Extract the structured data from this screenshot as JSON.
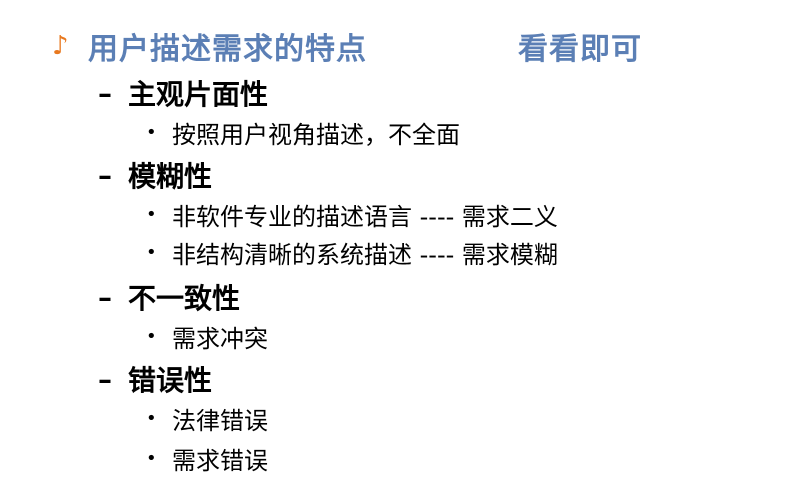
{
  "title": {
    "bullet": "♪",
    "text": "用户描述需求的特点",
    "note": "看看即可"
  },
  "items": [
    {
      "dash": "–",
      "heading": "主观片面性",
      "subs": [
        {
          "dot": "•",
          "text": "按照用户视角描述，不全面"
        }
      ]
    },
    {
      "dash": "–",
      "heading": "模糊性",
      "subs": [
        {
          "dot": "•",
          "text": "非软件专业的描述语言 ---- 需求二义"
        },
        {
          "dot": "•",
          "text": "非结构清晰的系统描述 ---- 需求模糊"
        }
      ]
    },
    {
      "dash": "–",
      "heading": "不一致性",
      "subs": [
        {
          "dot": "•",
          "text": "需求冲突"
        }
      ]
    },
    {
      "dash": "–",
      "heading": "错误性",
      "subs": [
        {
          "dot": "•",
          "text": "法律错误"
        },
        {
          "dot": "•",
          "text": "需求错误"
        }
      ]
    }
  ]
}
